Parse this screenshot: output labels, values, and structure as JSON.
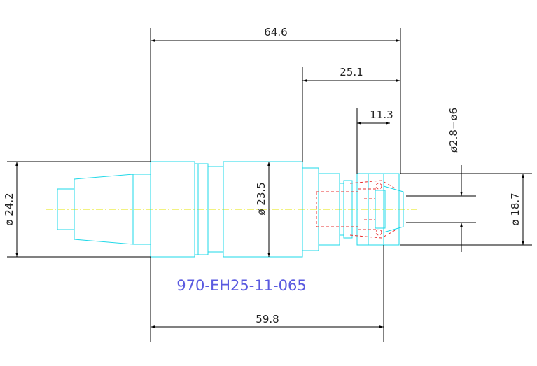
{
  "drawing": {
    "part_number": "970-EH25-11-065",
    "dimensions": {
      "overall_length": "64.6",
      "nut_to_end": "25.1",
      "collet_length": "11.3",
      "collet_range": "ø2.8−ø6",
      "body_diameter": "ø 23.5",
      "shank_diameter": "ø 24.2",
      "nut_diameter": "ø 18.7",
      "gauge_length": "59.8"
    }
  },
  "colors": {
    "outline": "#1ed8e8",
    "hidden": "#e83030",
    "centerline": "#e6e600",
    "dimension": "#000000",
    "label": "#5a5ae0"
  }
}
